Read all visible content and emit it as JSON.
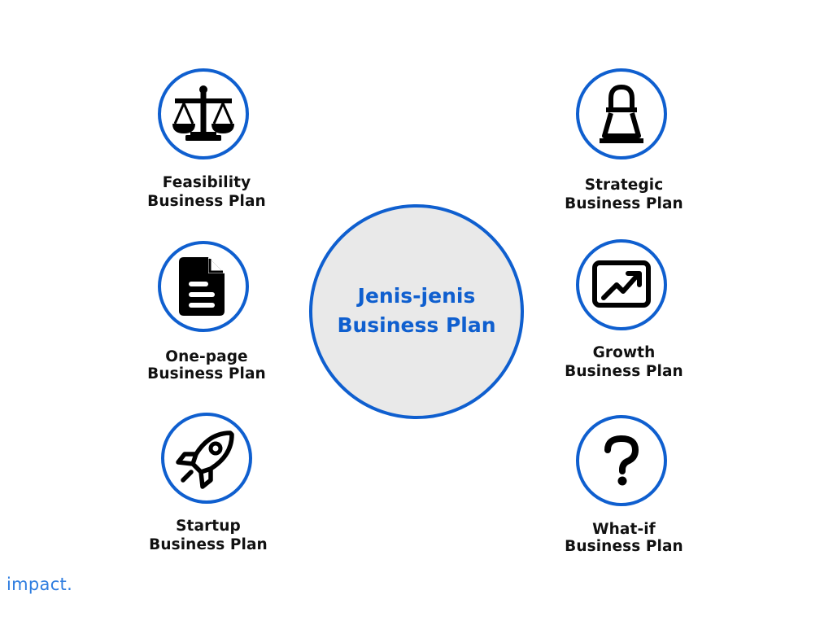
{
  "center": {
    "title_line1": "Jenis-jenis",
    "title_line2": "Business Plan"
  },
  "nodes": [
    {
      "id": "feasibility",
      "icon": "scale-icon",
      "line1": "Feasibility",
      "line2": "Business Plan"
    },
    {
      "id": "one-page",
      "icon": "document-icon",
      "line1": "One-page",
      "line2": "Business Plan"
    },
    {
      "id": "startup",
      "icon": "rocket-icon",
      "line1": "Startup",
      "line2": "Business Plan"
    },
    {
      "id": "strategic",
      "icon": "chess-pawn-icon",
      "line1": "Strategic",
      "line2": "Business Plan"
    },
    {
      "id": "growth",
      "icon": "growth-chart-icon",
      "line1": "Growth",
      "line2": "Business Plan"
    },
    {
      "id": "what-if",
      "icon": "question-mark-icon",
      "line1": "What-if",
      "line2": "Business Plan"
    }
  ],
  "brand": {
    "logo": "impact."
  },
  "colors": {
    "accent": "#0f5fcf",
    "center_fill": "#e9e9e9",
    "text": "#111111",
    "logo": "#2e7de0"
  }
}
